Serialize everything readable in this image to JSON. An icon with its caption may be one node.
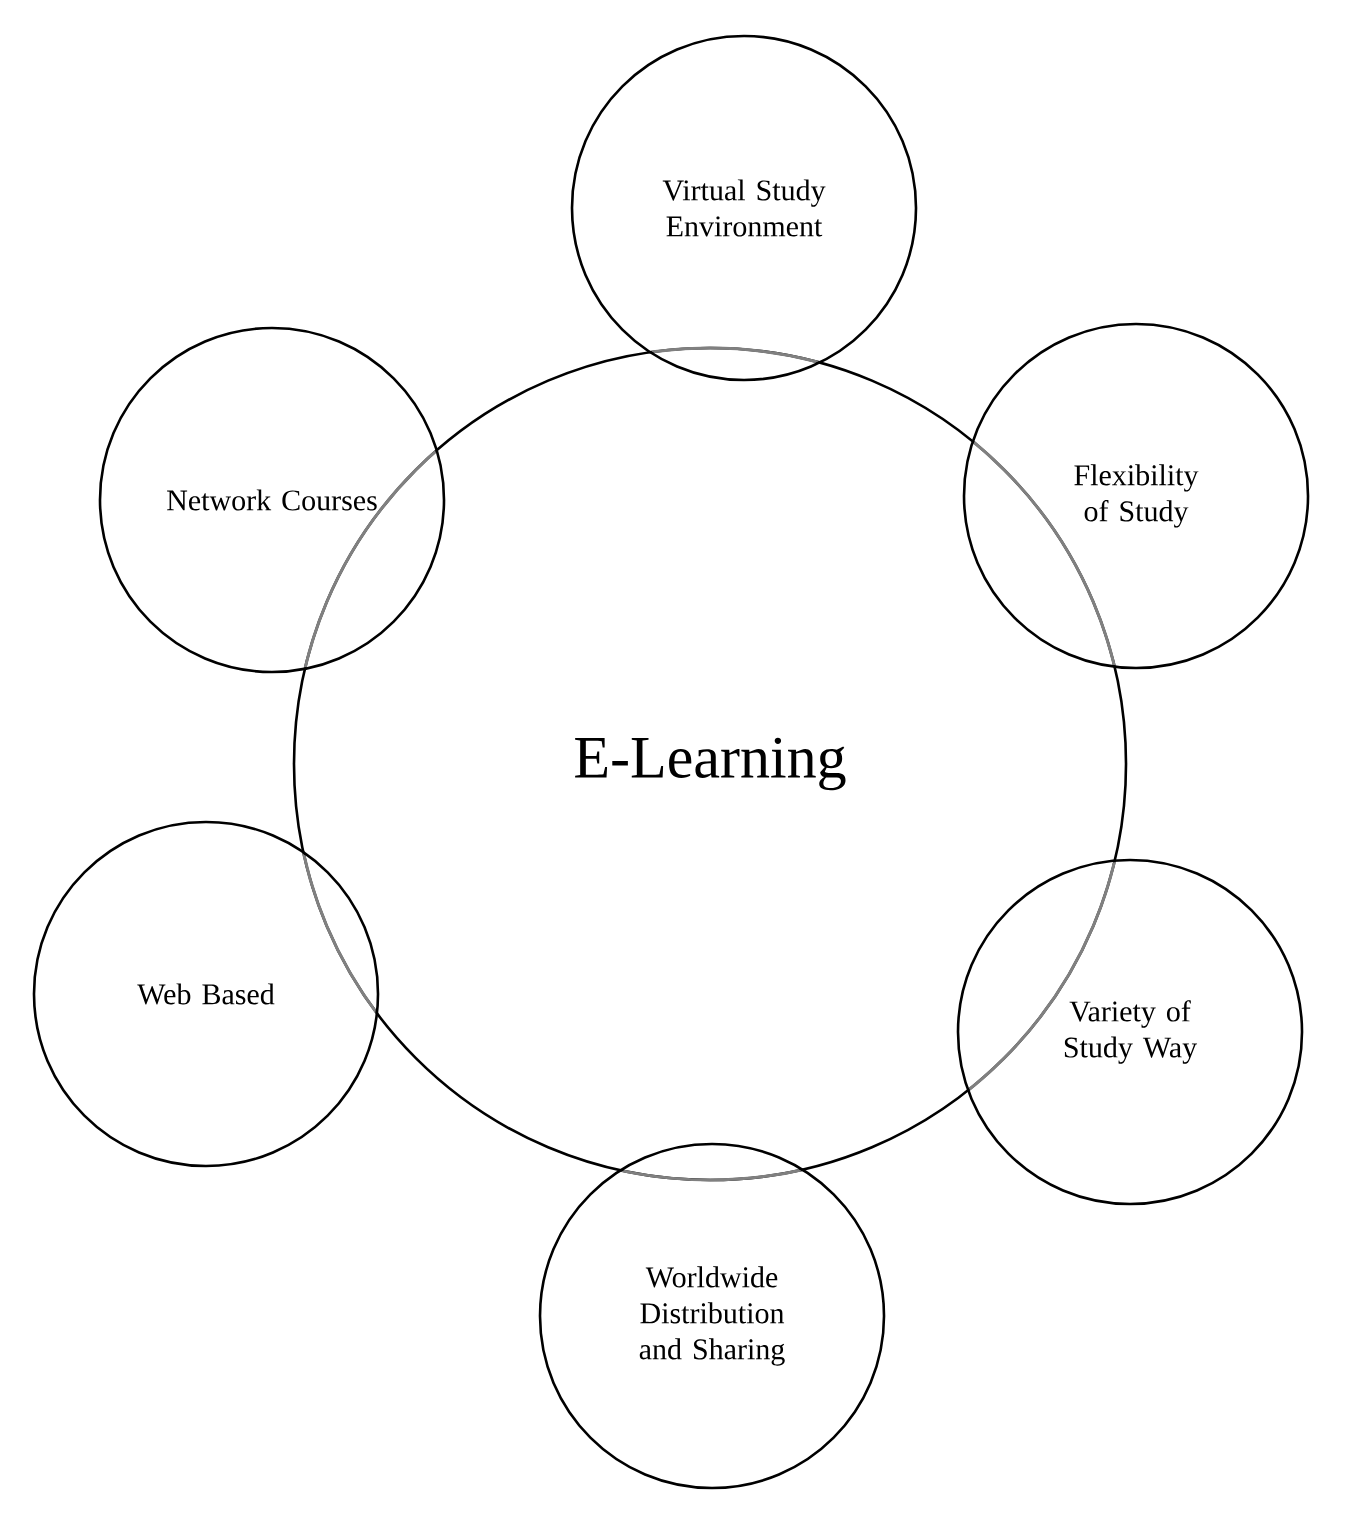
{
  "diagram": {
    "nodes": [
      {
        "text": [
          "E-Learning"
        ]
      },
      {
        "text": [
          "Virtual Study Environment"
        ]
      },
      {
        "text": [
          "Flexibility of Study"
        ]
      },
      {
        "text": [
          "Variety of Study Way"
        ]
      },
      {
        "text": [
          "Worldwide Distribution and Sharing"
        ]
      },
      {
        "text": [
          "Web Based"
        ]
      },
      {
        "text": [
          "Network Courses"
        ]
      }
    ]
  }
}
